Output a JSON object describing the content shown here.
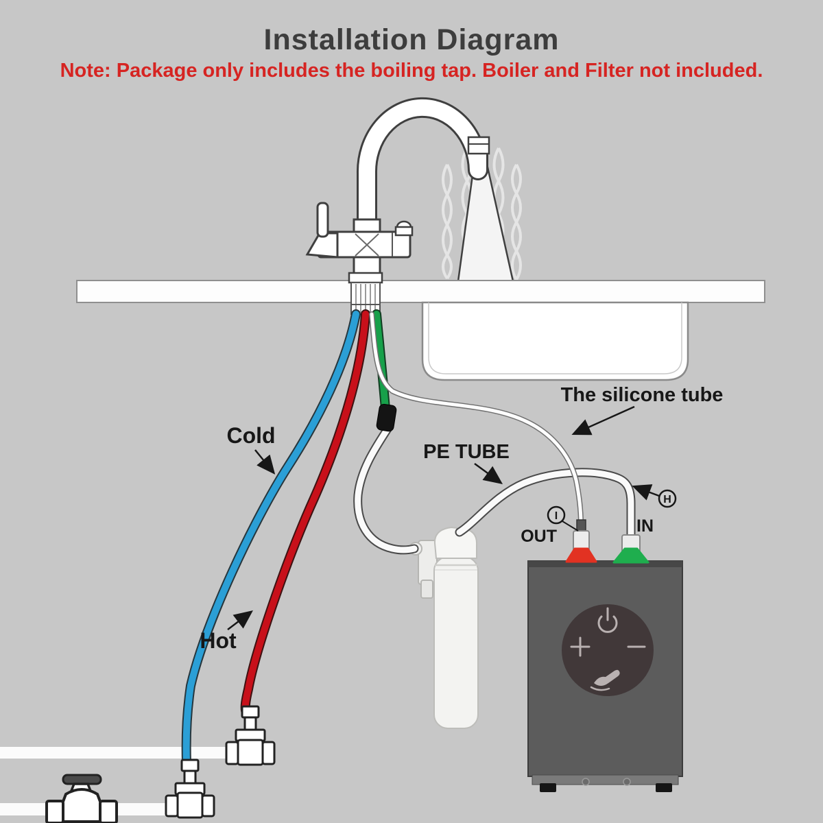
{
  "title": "Installation Diagram",
  "note": "Note: Package only includes the boiling tap. Boiler and Filter not included.",
  "labels": {
    "silicone_tube": "The silicone tube",
    "pe_tube": "PE TUBE",
    "cold": "Cold",
    "hot": "Hot",
    "out": "OUT",
    "in": "IN",
    "callout_i": "I",
    "callout_h": "H"
  },
  "colors": {
    "background": "#c7c7c7",
    "note_text": "#d62422",
    "cold_tube": "#2b9fd6",
    "hot_tube": "#c8101a",
    "filtered_tube": "#17a04a",
    "boiler_body": "#5c5c5c",
    "control_panel": "#413839",
    "out_port": "#e23222",
    "in_port": "#1fae4e"
  }
}
